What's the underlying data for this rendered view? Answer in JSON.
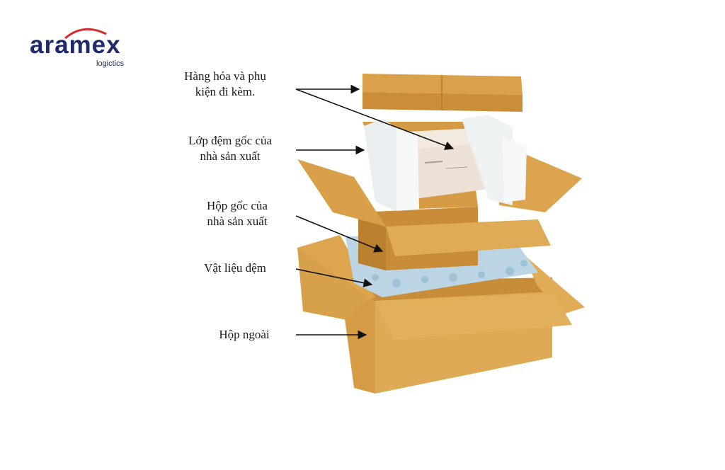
{
  "logo": {
    "word": "aramex",
    "sub": "logictics",
    "arc_color": "#d7282f",
    "text_color": "#1e2a6b"
  },
  "labels": {
    "goods": [
      "Hàng hóa và phụ",
      "kiện đi kèm."
    ],
    "inner_cushion": [
      "Lớp đệm gốc của",
      "nhà sản xuất"
    ],
    "inner_box": [
      "Hộp gốc của",
      "nhà sản xuất"
    ],
    "fill_material": [
      "Vật liệu đệm"
    ],
    "outer_box": [
      "Hộp ngoài"
    ]
  },
  "colors": {
    "cardboard": "#d9a04a",
    "cardboard_dark": "#b97f2c",
    "cardboard_light": "#e8b662",
    "foam": "#eef0ee",
    "peanuts": "#b8d3e3"
  }
}
